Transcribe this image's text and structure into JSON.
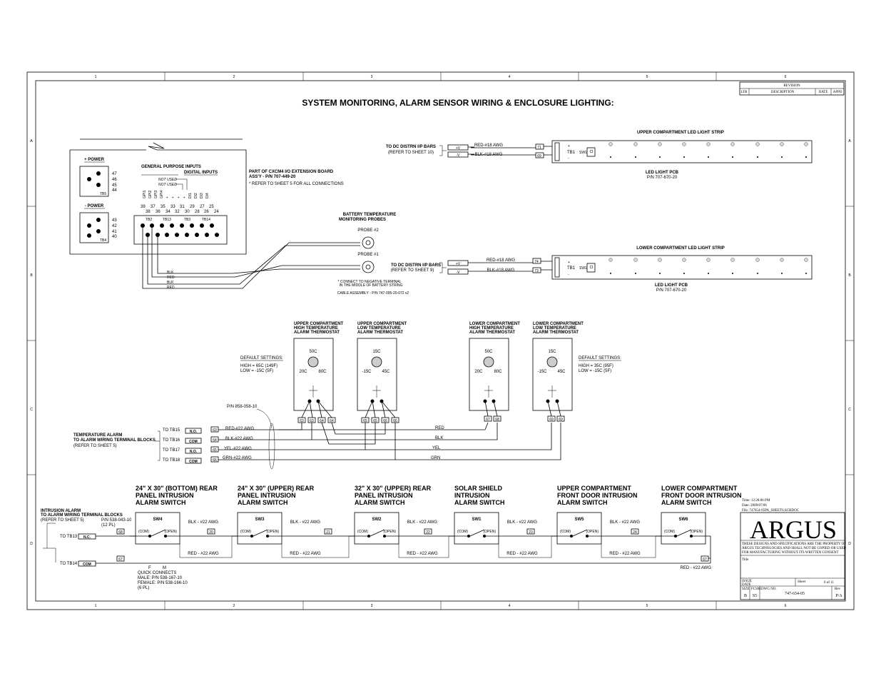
{
  "title": "SYSTEM MONITORING, ALARM SENSOR WIRING & ENCLOSURE LIGHTING:",
  "frame": {
    "columns": [
      "1",
      "2",
      "3",
      "4",
      "5",
      "6"
    ],
    "rows": [
      "A",
      "B",
      "C",
      "D"
    ]
  },
  "revision": {
    "header": "REVISION",
    "cols": [
      "LTR",
      "DESCRIPTION",
      "DATE",
      "APPD"
    ]
  },
  "board": {
    "plus_power": "+ POWER",
    "minus_power": "- POWER",
    "tb5": "TB5",
    "tb4": "TB4",
    "tb5_pins": [
      "47",
      "46",
      "45",
      "44"
    ],
    "tb4_pins": [
      "43",
      "42",
      "41",
      "40"
    ],
    "gen_inputs": "GENERAL PURPOSE INPUTS",
    "dig_inputs": "DIGITAL INPUTS",
    "not_used1": "NOT USED",
    "not_used2": "NOT USED",
    "gp_labels": [
      "GPI1",
      "GPI2",
      "GPI3",
      "GPI4",
      "+",
      "+",
      "+",
      "+",
      "DI1",
      "DI2",
      "DI3",
      "DI4"
    ],
    "pin_row1": [
      "39",
      "37",
      "35",
      "33",
      "31",
      "29",
      "27",
      "25"
    ],
    "pin_row2": [
      "38",
      "36",
      "34",
      "32",
      "30",
      "28",
      "26",
      "24"
    ],
    "tb_labels": [
      "TB2",
      "TB13",
      "TB3",
      "TB14"
    ],
    "part_of": "PART OF CXCM4 I/O EXTENSION BOARD",
    "assy": "ASS'Y - P/N 707-449-20",
    "refer": "* REFER TO SHEET 5 FOR ALL CONNECTIONS",
    "wire_labels": [
      "BLK",
      "RED",
      "BLK",
      "RED"
    ]
  },
  "battery": {
    "title1": "BATTERY TEMPERATURE",
    "title2": "MONITORING PROBES",
    "probe2": "PROBE #2",
    "probe1": "PROBE #1",
    "note1": "* CONNECT TO NEGATIVE TERMINAL",
    "note2": "IN THE MIDDLE OF BATTERY STRING",
    "cable": "CABLE ASSEMBLY - P/N 747-095-20-072 x2"
  },
  "upper_led": {
    "title": "UPPER COMPARTMENT LED LIGHT STRIP",
    "to_dc": "TO DC DISTRN I/P BARS",
    "refer": "(REFER TO SHEET 10)",
    "pv": "+V",
    "nv": "-V",
    "wire1": "RED-#18 AWG",
    "wire2": "BLK-#18 AWG",
    "term1": "71",
    "term2": "69",
    "tb": "TB1",
    "sw": "SW1",
    "plus": "+",
    "minus": "-",
    "pcb": "LED LIGHT PCB",
    "pn": "P/N 707-670-20"
  },
  "lower_led": {
    "title": "LOWER COMPARTMENT LED LIGHT STRIP",
    "to_dc": "TO DC DISTRN I/P BARS",
    "refer": "(REFER TO SHEET 9)",
    "pv": "+V",
    "nv": "-V",
    "wire1": "RED-#18 AWG",
    "wire2": "BLK-#18 AWG",
    "term1": "74",
    "term2": "73",
    "tb": "TB1",
    "sw": "SW1",
    "plus": "+",
    "minus": "-",
    "pcb": "LED LIGHT PCB",
    "pn": "P/N 707-670-20"
  },
  "thermostats": [
    {
      "l1": "UPPER COMPARTMENT",
      "l2": "HIGH TEMPERATURE",
      "l3": "ALARM THERMOSTAT",
      "top": "50C",
      "left": "20C",
      "right": "80C",
      "terms": [
        "63",
        "63",
        "64",
        "64"
      ]
    },
    {
      "l1": "UPPER COMPARTMENT",
      "l2": "LOW TEMPERATURE",
      "l3": "ALARM THERMOSTAT",
      "top": "15C",
      "left": "-15C",
      "right": "45C",
      "terms": [
        "65",
        "65",
        "66",
        "66"
      ]
    },
    {
      "l1": "LOWER COMPARTMENT",
      "l2": "HIGH TEMPERATURE",
      "l3": "ALARM THERMOSTAT",
      "top": "50C",
      "left": "20C",
      "right": "80C",
      "terms": [
        "67",
        "68"
      ]
    },
    {
      "l1": "LOWER COMPARTMENT",
      "l2": "LOW TEMPERATURE",
      "l3": "ALARM THERMOSTAT",
      "top": "15C",
      "left": "-15C",
      "right": "45C",
      "terms": [
        "69",
        "69"
      ]
    }
  ],
  "defaults_left": {
    "title": "DEFAULT SETTINGS:",
    "high": "HIGH = 65C (149F)",
    "low": "LOW = -15C (5F)"
  },
  "defaults_right": {
    "title": "DEFAULT SETTINGS:",
    "high": "HIGH = 35C (95F)",
    "low": "LOW = -15C (5F)"
  },
  "temp_alarm": {
    "l1": "TEMPERATURE ALARM",
    "l2": "TO ALARM WIRING TERMINAL BLOCKS",
    "l3": "(REFER TO SHEET 5)",
    "pn": "P/N 858-058-10",
    "rows": [
      {
        "to": "TO TB15",
        "type": "N.O.",
        "term": "63",
        "wire": "RED-#22 AWG",
        "color": "RED"
      },
      {
        "to": "TO TB16",
        "type": "COM",
        "term": "64",
        "wire": "BLK-#22 AWG",
        "color": "BLK"
      },
      {
        "to": "TO TB17",
        "type": "N.O.",
        "term": "65",
        "wire": "YEL-#22 AWG",
        "color": "YEL"
      },
      {
        "to": "TO TB18",
        "type": "COM",
        "term": "66",
        "wire": "GRN-#22 AWG",
        "color": "GRN"
      }
    ]
  },
  "intrusion": {
    "l1": "INTRUSION ALARM",
    "l2": "TO ALARM WIRING TERMINAL BLOCKS",
    "l3": "(REFER TO SHEET 5)",
    "pn1": "P/N 538-043-10",
    "pn2": "(12 PL)",
    "to_tb13": "TO TB13",
    "to_tb14": "TO TB14",
    "nc": "N.C.",
    "com": "COM",
    "t68": "68",
    "t67": "67",
    "f": "F",
    "m": "M",
    "qc1": "QUICK CONNECTS",
    "qc2": "MALE: P/N 538-167-10",
    "qc3": "FEMALE: P/N 538-166-10",
    "qc4": "(6 PL)",
    "sw_com": "(COM)",
    "sw_open": "(OPEN)",
    "blk": "BLK - #22 AWG",
    "red": "RED - #22 AWG",
    "switches": [
      {
        "t1": "24\" X 30\" (BOTTOM) REAR",
        "t2": "PANEL INTRUSION",
        "t3": "ALARM SWITCH",
        "name": "SW4",
        "term": "20"
      },
      {
        "t1": "24\" X 30\" (UPPER) REAR",
        "t2": "PANEL INTRUSION",
        "t3": "ALARM SWITCH",
        "name": "SW3",
        "term": "21"
      },
      {
        "t1": "32\" X 30\" (UPPER) REAR",
        "t2": "PANEL INTRUSION",
        "t3": "ALARM SWITCH",
        "name": "SW2",
        "term": "22"
      },
      {
        "t1": "SOLAR SHIELD",
        "t2": "INTRUSION",
        "t3": "ALARM SWITCH",
        "name": "SW1",
        "term": "23"
      },
      {
        "t1": "UPPER COMPARTMENT",
        "t2": "FRONT DOOR INTRUSION",
        "t3": "ALARM SWITCH",
        "name": "SW5",
        "term": "24"
      },
      {
        "t1": "LOWER COMPARTMENT",
        "t2": "FRONT DOOR INTRUSION",
        "t3": "ALARM SWITCH",
        "name": "SW6",
        "term": "67"
      }
    ]
  },
  "title_block": {
    "time": "Time: 12:28:06 PM",
    "date": "Date: 2009/07/06",
    "file": "File: 747654-05PA_SHEET6.SCHDOC",
    "logo": "ARGUS",
    "notice1": "THESE DESIGNS AND SPECIFICATIONS ARE THE PROPERTY OF",
    "notice2": "ARGUS TECHNOLOGIES AND SHALL NOT BE COPIED OR USED",
    "notice3": "FOR MANUFACTURING WITHOUT ITS WRITTEN CONSENT",
    "title_lbl": "Title",
    "issue": "ISSUE",
    "date_lbl": "DATE",
    "sheet_lbl": "Sheet",
    "sheet": "6 of 11",
    "size_lbl": "SIZE",
    "fcsm_lbl": "FCSM",
    "dwg_lbl": "DWG NO.",
    "rev_lbl": "Rev",
    "size": "B",
    "fcsm": "S5",
    "dwg": "747-654-05",
    "rev": "P/A"
  }
}
